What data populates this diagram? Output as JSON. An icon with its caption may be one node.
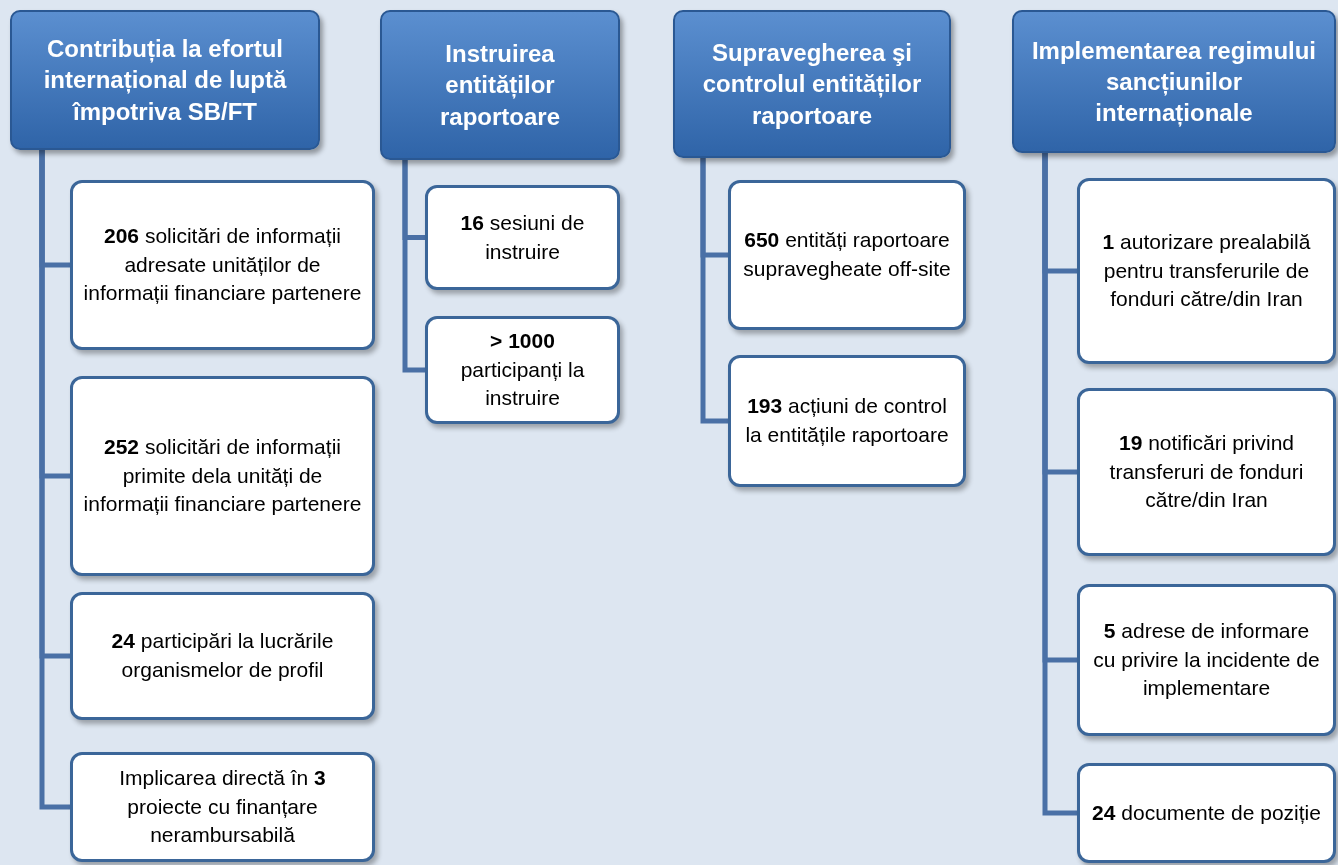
{
  "diagram": {
    "nodes": [
      {
        "text": [
          "Contribuția la efortul internațional de luptă împotriva SB/FT"
        ]
      },
      {
        "text": [
          "**206** solicitări de informații adresate unităților de informații financiare partenere"
        ]
      },
      {
        "text": [
          "**252** solicitări de informații primite dela unități de informații financiare partenere"
        ]
      },
      {
        "text": [
          "**24** participări la lucrările organismelor de profil"
        ]
      },
      {
        "text": [
          "Implicarea directă în **3** proiecte cu finanțare nerambursabilă"
        ]
      },
      {
        "text": [
          "Instruirea entităților raportoare"
        ]
      },
      {
        "text": [
          "**16** sesiuni de instruire"
        ]
      },
      {
        "text": [
          "**> 1000** participanți la instruire"
        ]
      },
      {
        "text": [
          "Supravegherea şi controlul entităților raportoare"
        ]
      },
      {
        "text": [
          "**650** entități raportoare supravegheate off-site"
        ]
      },
      {
        "text": [
          "**193** acțiuni de control la entitățile raportoare"
        ]
      },
      {
        "text": [
          "Implementarea regimului sancțiunilor internaționale"
        ]
      },
      {
        "text": [
          "**1** autorizare prealabilă pentru transferurile de fonduri către/din Iran"
        ]
      },
      {
        "text": [
          "**19** notificări privind transferuri de fonduri către/din Iran"
        ]
      },
      {
        "text": [
          "**5** adrese de informare cu privire la incidente de implementare"
        ]
      },
      {
        "text": [
          "**24** documente de poziție"
        ]
      }
    ],
    "edges": [
      {
        "from": 0,
        "to": 1,
        "arrow": "none"
      },
      {
        "from": 0,
        "to": 2,
        "arrow": "none"
      },
      {
        "from": 0,
        "to": 3,
        "arrow": "none"
      },
      {
        "from": 0,
        "to": 4,
        "arrow": "none"
      },
      {
        "from": 5,
        "to": 6,
        "arrow": "none"
      },
      {
        "from": 5,
        "to": 7,
        "arrow": "none"
      },
      {
        "from": 8,
        "to": 9,
        "arrow": "none"
      },
      {
        "from": 8,
        "to": 10,
        "arrow": "none"
      },
      {
        "from": 11,
        "to": 12,
        "arrow": "none"
      },
      {
        "from": 11,
        "to": 13,
        "arrow": "none"
      },
      {
        "from": 11,
        "to": 14,
        "arrow": "none"
      },
      {
        "from": 11,
        "to": 15,
        "arrow": "none"
      }
    ]
  }
}
